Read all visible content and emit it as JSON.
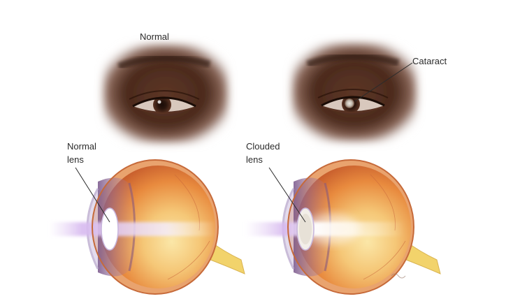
{
  "labels": {
    "normal": "Normal",
    "cataract": "Cataract",
    "normal_lens_line1": "Normal",
    "normal_lens_line2": "lens",
    "clouded_lens_line1": "Clouded",
    "clouded_lens_line2": "lens"
  },
  "colors": {
    "background": "#ffffff",
    "skin_dark": "#3c2218",
    "skin_mid": "#7a4b36",
    "iris": "#4a2a1c",
    "pupil": "#120a07",
    "cataract_cloud": "#d9d4cc",
    "eyeball_orange": "#e68a3c",
    "eyeball_yellow": "#f7d98a",
    "lens_beam": "#c9a6e6",
    "nerve_yellow": "#f2d36b",
    "label_text": "#2b2b2b"
  }
}
